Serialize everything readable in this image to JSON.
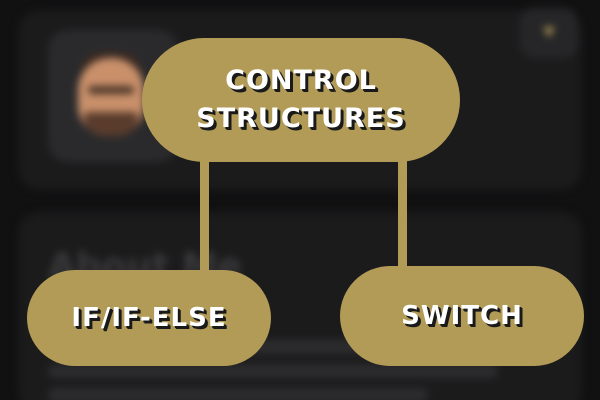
{
  "background": {
    "about_title": "About Me",
    "chevron_icon": "chevron-down-icon"
  },
  "diagram": {
    "root": "CONTROL STRUCTURES",
    "children": [
      "IF/IF-ELSE",
      "SWITCH"
    ],
    "colors": {
      "node_fill": "#b29b57",
      "connector": "#b29b57",
      "text": "#ffffff",
      "text_shadow": "#1a1a1a",
      "background": "#111112"
    }
  }
}
